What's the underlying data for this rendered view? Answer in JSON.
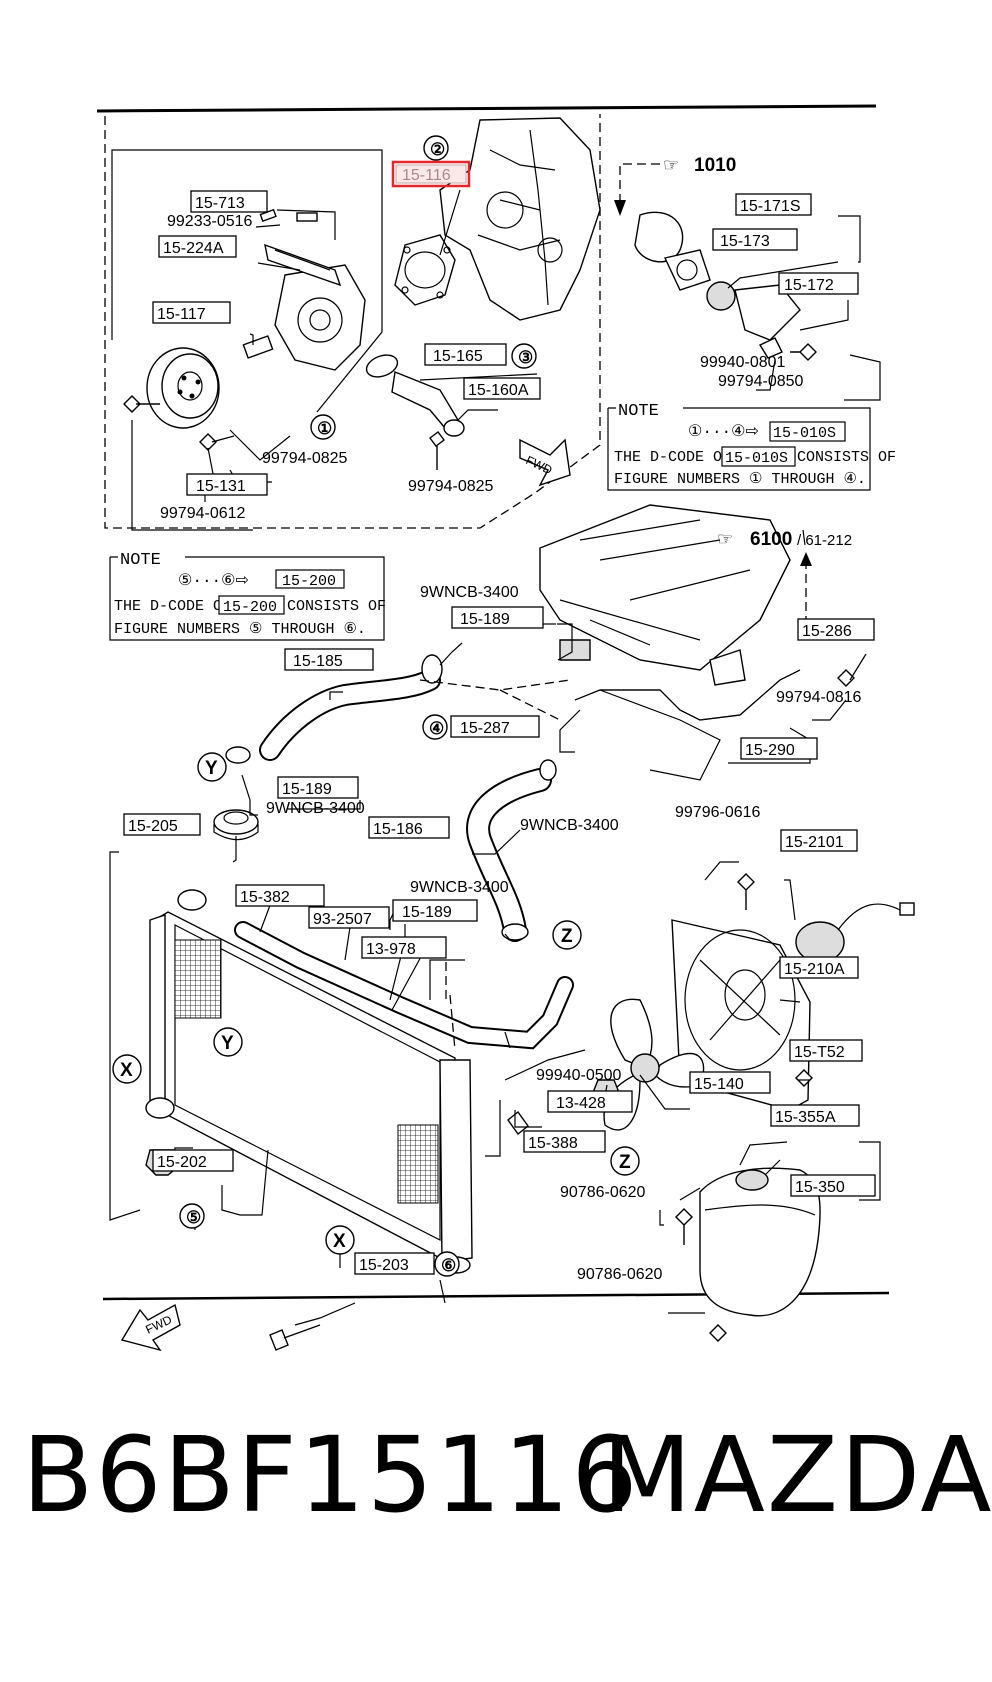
{
  "labels": {
    "p15_116": "15-116",
    "p15_713": "15-713",
    "b99233_0516": "99233-0516",
    "p15_224A": "15-224A",
    "p15_117": "15-117",
    "p15_165": "15-165",
    "p15_160A": "15-160A",
    "b99794_0825a": "99794-0825",
    "b99794_0825b": "99794-0825",
    "p15_131": "15-131",
    "b99794_0612": "99794-0612",
    "ref1010": "1010",
    "p15_171S": "15-171S",
    "p15_173": "15-173",
    "p15_172": "15-172",
    "b99940_0801": "99940-0801",
    "b99794_0850": "99794-0850",
    "ref6100": "6100",
    "ref61_212": "/ 61-212",
    "w9wncb_a": "9WNCB-3400",
    "p15_189a": "15-189",
    "p15_286": "15-286",
    "b99794_0816": "99794-0816",
    "p15_185": "15-185",
    "p15_287": "15-287",
    "p15_290": "15-290",
    "p15_189b": "15-189",
    "w9wncb_b": "9WNCB-3400",
    "w9wncb_c": "9WNCB-3400",
    "p15_205": "15-205",
    "p15_186": "15-186",
    "b99796_0616": "99796-0616",
    "p15_2101": "15-2101",
    "p15_382": "15-382",
    "w9wncb_d": "9WNCB-3400",
    "p93_2507": "93-2507",
    "p15_189c": "15-189",
    "p13_978": "13-978",
    "p15_210A": "15-210A",
    "p15_T52": "15-T52",
    "b99940_0500": "99940-0500",
    "p15_140": "15-140",
    "p13_428": "13-428",
    "p15_355A": "15-355A",
    "p15_388": "15-388",
    "p15_202": "15-202",
    "p15_350": "15-350",
    "b90786_0620a": "90786-0620",
    "p15_203": "15-203",
    "b90786_0620b": "90786-0620",
    "fwd": "FWD"
  },
  "callouts": {
    "c1": "①",
    "c2": "②",
    "c3": "③",
    "c4": "④",
    "c5": "⑤",
    "c6": "⑥",
    "x1": "X",
    "x2": "X",
    "y1": "Y",
    "y2": "Y",
    "z1": "Z",
    "z2": "Z"
  },
  "note1": {
    "title": "NOTE",
    "range": "①···④⇨",
    "code": "15-010S",
    "line1a": "THE D-CODE OF",
    "line1b": "CONSISTS OF",
    "line2": "FIGURE NUMBERS ① THROUGH ④."
  },
  "note2": {
    "title": "NOTE",
    "range": "⑤···⑥⇨",
    "code": "15-200",
    "line1a": "THE D-CODE OF",
    "line1b": "CONSISTS OF",
    "line2": "FIGURE NUMBERS ⑤ THROUGH ⑥."
  },
  "footer": {
    "part_number": "B6BF15116",
    "brand": "MAZDA"
  },
  "highlight_color": "#e8262a"
}
